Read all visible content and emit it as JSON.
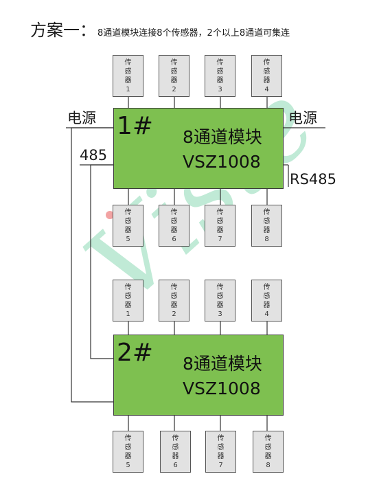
{
  "title": {
    "main": "方案一：",
    "sub": "8通道模块连接8个传感器，2个以上8通道可集连"
  },
  "sensor_char_1": "传",
  "sensor_char_2": "感",
  "sensor_char_3": "器",
  "modules": [
    {
      "number": "1#",
      "name": "8通道模块",
      "model": "VSZ1008",
      "sensors_top": [
        "1",
        "2",
        "3",
        "4"
      ],
      "sensors_bottom": [
        "5",
        "6",
        "7",
        "8"
      ]
    },
    {
      "number": "2#",
      "name": "8通道模块",
      "model": "VSZ1008",
      "sensors_top": [
        "1",
        "2",
        "3",
        "4"
      ],
      "sensors_bottom": [
        "5",
        "6",
        "7",
        "8"
      ]
    }
  ],
  "labels": {
    "power_left": "电源",
    "power_right": "电源",
    "bus_485": "485",
    "rs485": "RS485"
  },
  "watermark_text": "Viste",
  "colors": {
    "module_fill": "#7ec050",
    "sensor_fill": "#e2e2e2",
    "watermark": "#b6e7cf",
    "watermark_dot": "#f2a3a3"
  }
}
